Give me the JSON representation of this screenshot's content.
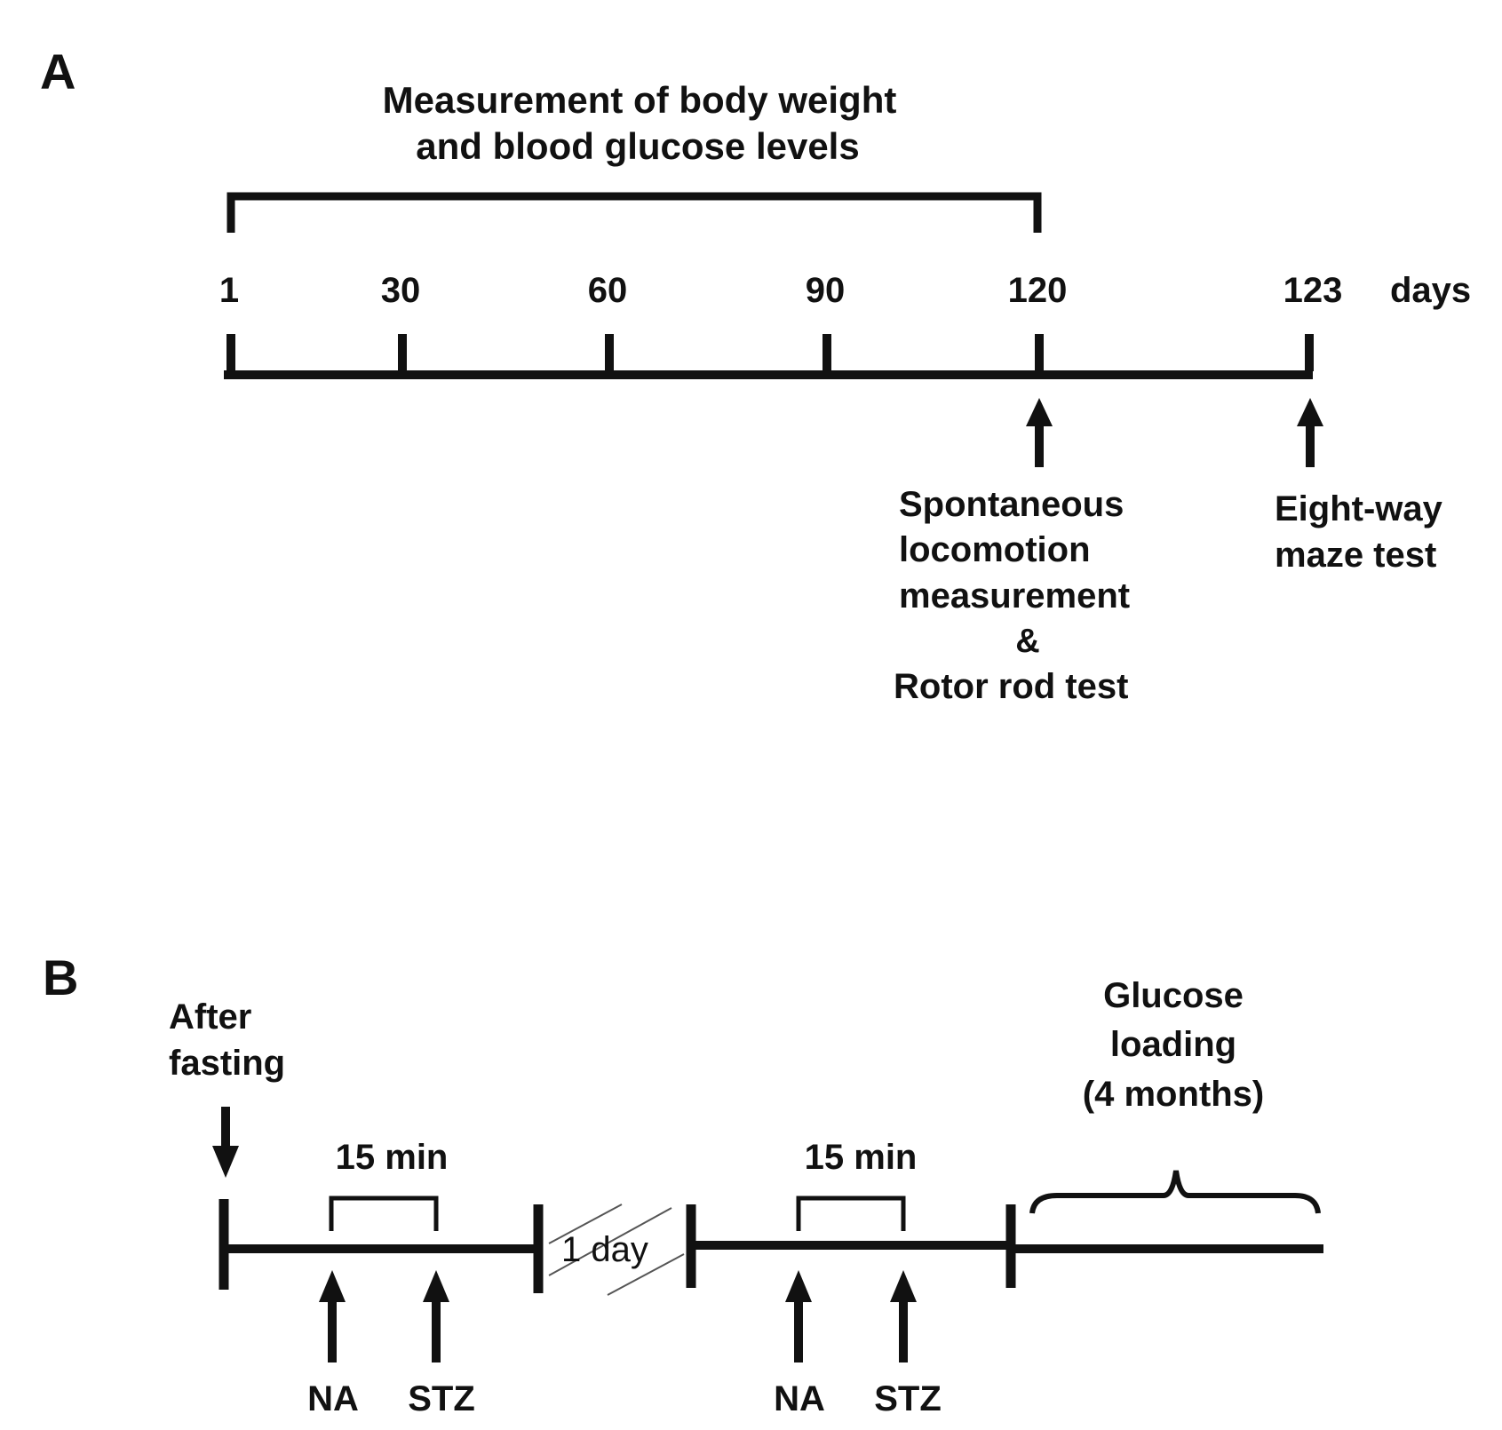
{
  "panel_a": {
    "label": "A",
    "bracket_title_line1": "Measurement of body weight",
    "bracket_title_line2": "and blood glucose levels",
    "ticks": [
      "1",
      "30",
      "60",
      "90",
      "120",
      "123"
    ],
    "unit": "days",
    "event_120": {
      "line1": "Spontaneous",
      "line2": "locomotion",
      "line3": "measurement",
      "line4": "&",
      "line5": "Rotor rod test"
    },
    "event_123": {
      "line1": "Eight-way",
      "line2": "maze test"
    }
  },
  "panel_b": {
    "label": "B",
    "start_line1": "After",
    "start_line2": "fasting",
    "interval1": "15 min",
    "interval2": "15 min",
    "gap_label": "1 day",
    "loading_line1": "Glucose",
    "loading_line2": "loading",
    "loading_line3": "(4 months)",
    "arrow_labels": [
      "NA",
      "STZ",
      "NA",
      "STZ"
    ]
  },
  "colors": {
    "ink": "#111111",
    "background": "#ffffff",
    "hatch": "#555555"
  }
}
